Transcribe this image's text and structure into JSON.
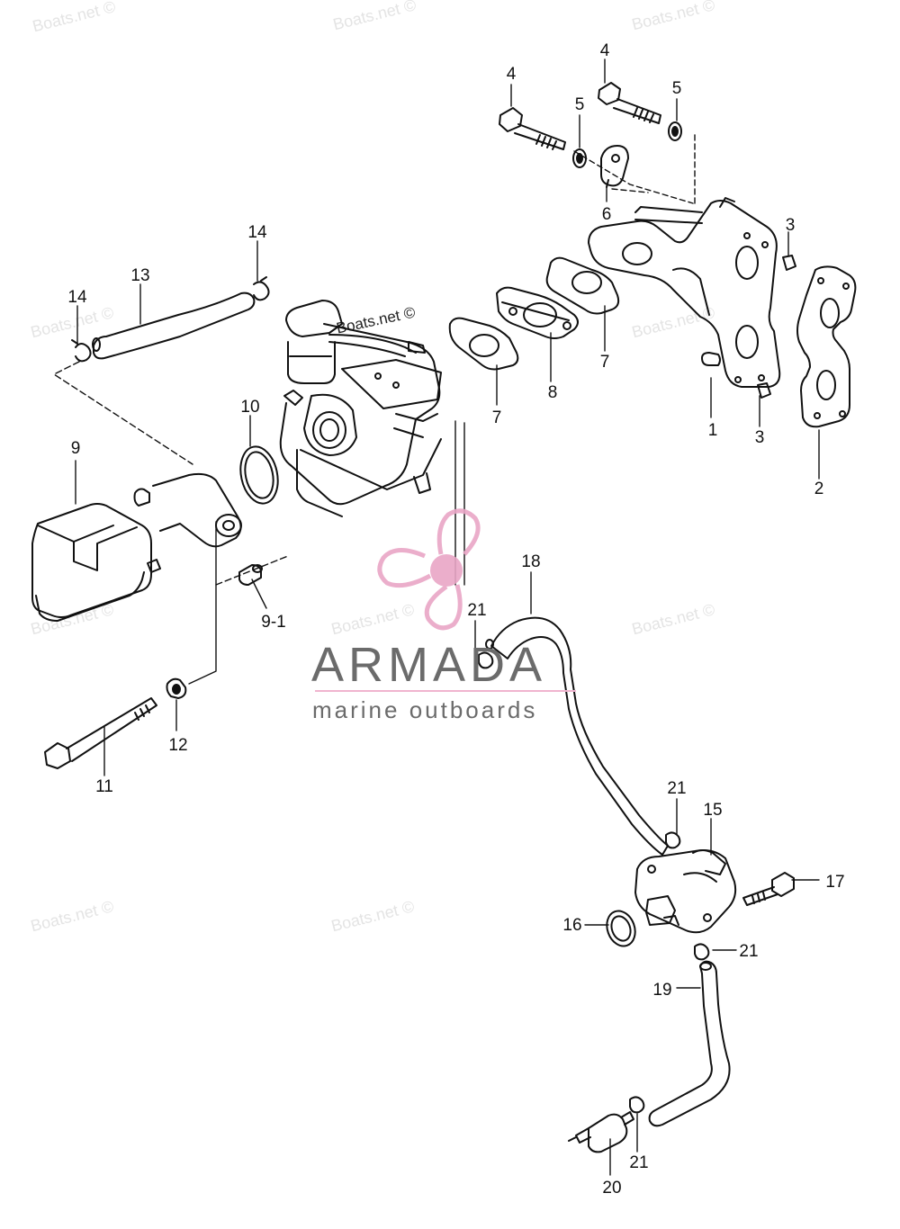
{
  "watermarks": [
    "Boats.net ©",
    "Boats.net ©",
    "Boats.net ©",
    "Boats.net ©",
    "Boats.net ©",
    "Boats.net ©",
    "Boats.net ©",
    "Boats.net ©",
    "Boats.net ©",
    "Boats.net ©",
    "Boats.net ©"
  ],
  "logo": {
    "name": "ARMADA",
    "tagline": "marine outboards",
    "color": "#6b6b6b",
    "accent": "#e9a6c6"
  },
  "callouts": [
    "1",
    "2",
    "3",
    "3",
    "4",
    "4",
    "5",
    "5",
    "6",
    "7",
    "7",
    "8",
    "9",
    "9-1",
    "10",
    "11",
    "12",
    "13",
    "14",
    "14",
    "15",
    "16",
    "17",
    "18",
    "19",
    "20",
    "21",
    "21",
    "21",
    "21"
  ],
  "parts": [
    {
      "no": "1",
      "part": "intake-manifold"
    },
    {
      "no": "2",
      "part": "manifold-gasket"
    },
    {
      "no": "3",
      "part": "dowel-pin"
    },
    {
      "no": "4",
      "part": "bolt"
    },
    {
      "no": "5",
      "part": "washer"
    },
    {
      "no": "6",
      "part": "clamp"
    },
    {
      "no": "7",
      "part": "carburetor-gasket"
    },
    {
      "no": "8",
      "part": "insulator"
    },
    {
      "no": "9",
      "part": "air-intake-silencer"
    },
    {
      "no": "9-1",
      "part": "collar"
    },
    {
      "no": "10",
      "part": "o-ring"
    },
    {
      "no": "11",
      "part": "long-bolt"
    },
    {
      "no": "12",
      "part": "washer"
    },
    {
      "no": "13",
      "part": "breather-hose"
    },
    {
      "no": "14",
      "part": "hose-clip"
    },
    {
      "no": "15",
      "part": "fuel-pump"
    },
    {
      "no": "16",
      "part": "pump-o-ring"
    },
    {
      "no": "17",
      "part": "pump-bolt"
    },
    {
      "no": "18",
      "part": "fuel-hose"
    },
    {
      "no": "19",
      "part": "fuel-hose"
    },
    {
      "no": "20",
      "part": "fuel-connector"
    },
    {
      "no": "21",
      "part": "hose-clip"
    }
  ]
}
